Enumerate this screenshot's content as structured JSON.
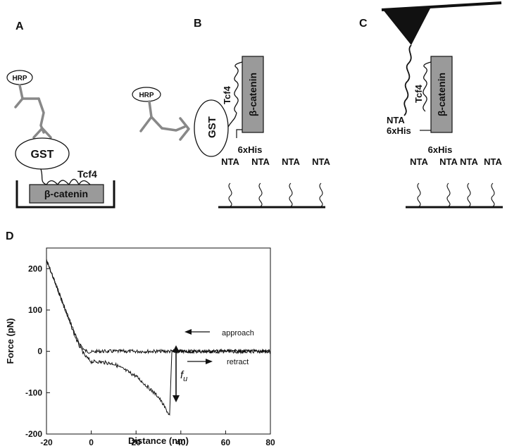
{
  "panels": {
    "A": {
      "letter": "A",
      "hrp": "HRP",
      "gst": "GST",
      "tcf4": "Tcf4",
      "beta_catenin": "β-catenin"
    },
    "B": {
      "letter": "B",
      "hrp": "HRP",
      "gst": "GST",
      "tcf4": "Tcf4",
      "beta_catenin": "β-catenin",
      "his": "6xHis",
      "nta": [
        "NTA",
        "NTA",
        "NTA",
        "NTA"
      ]
    },
    "C": {
      "letter": "C",
      "nta_tip": "NTA",
      "his_tip": "6xHis",
      "tcf4": "Tcf4",
      "beta_catenin": "β-catenin",
      "his": "6xHis",
      "nta": [
        "NTA",
        "NTA",
        "NTA",
        "NTA"
      ]
    },
    "D": {
      "letter": "D",
      "approach_label": "approach",
      "retract_label": "retract",
      "fu_label": "f",
      "fu_sub": "u"
    }
  },
  "chart_data": {
    "type": "line",
    "xlabel": "Distance (nm)",
    "ylabel": "Force (pN)",
    "xlim": [
      -20,
      80
    ],
    "ylim": [
      -200,
      250
    ],
    "xticks": [
      -20,
      0,
      20,
      40,
      60,
      80
    ],
    "yticks": [
      200,
      100,
      0,
      -100,
      -200
    ],
    "series": [
      {
        "x": [
          -20,
          -15,
          -10,
          -6,
          -3,
          0,
          3,
          10,
          20,
          40,
          60,
          80
        ],
        "y": [
          220,
          150,
          80,
          25,
          2,
          -2,
          0,
          0,
          0,
          0,
          0,
          0
        ]
      },
      {
        "x": [
          -20,
          -15,
          -10,
          -6,
          -3,
          0,
          3,
          10,
          20,
          30,
          35,
          36,
          40,
          60,
          80
        ],
        "y": [
          220,
          150,
          75,
          20,
          -10,
          -25,
          -25,
          -30,
          -60,
          -110,
          -155,
          0,
          0,
          0,
          0
        ]
      }
    ]
  },
  "colors": {
    "ink": "#111111",
    "gray_block": "#9a9a9a",
    "antibody": "#888888"
  }
}
